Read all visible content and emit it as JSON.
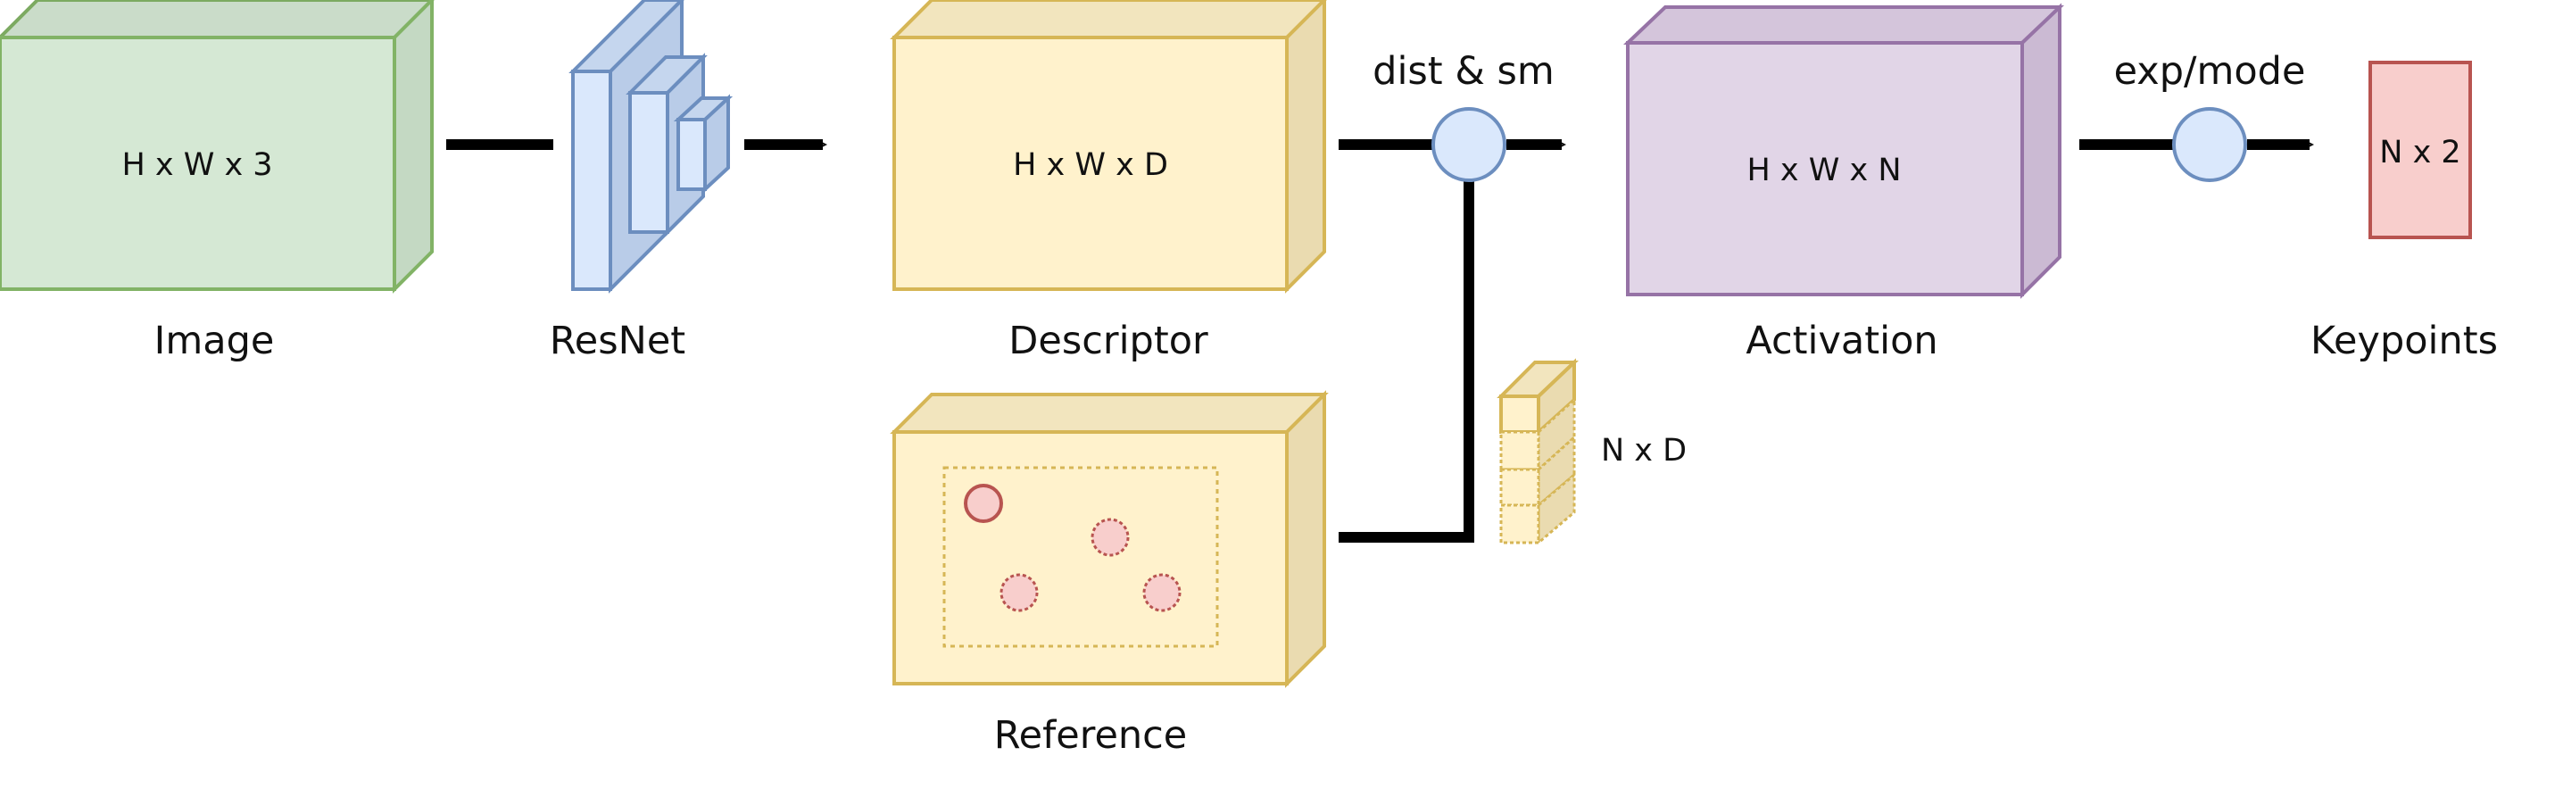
{
  "colors": {
    "image_fill": "#d5e8d4",
    "image_stroke": "#82b366",
    "resnet_fill": "#dae8fc",
    "resnet_stroke": "#6c8ebf",
    "descriptor_fill": "#fff2cc",
    "descriptor_stroke": "#d6b656",
    "activation_fill": "#e1d5e7",
    "activation_stroke": "#9673a6",
    "keypoints_fill": "#f8cecc",
    "keypoints_stroke": "#b85450",
    "arrow": "#000000"
  },
  "nodes": {
    "image": {
      "label": "Image",
      "dims": "H x W x 3"
    },
    "resnet": {
      "label": "ResNet"
    },
    "descriptor": {
      "label": "Descriptor",
      "dims": "H x W x D"
    },
    "reference": {
      "label": "Reference"
    },
    "activation": {
      "label": "Activation",
      "dims": "H x W x N"
    },
    "keypoints": {
      "label": "Keypoints",
      "dims": "N x 2"
    },
    "reference_descriptors": {
      "dims": "N x D"
    }
  },
  "operations": {
    "dist_sm": "dist & sm",
    "exp_mode": "exp/mode"
  }
}
